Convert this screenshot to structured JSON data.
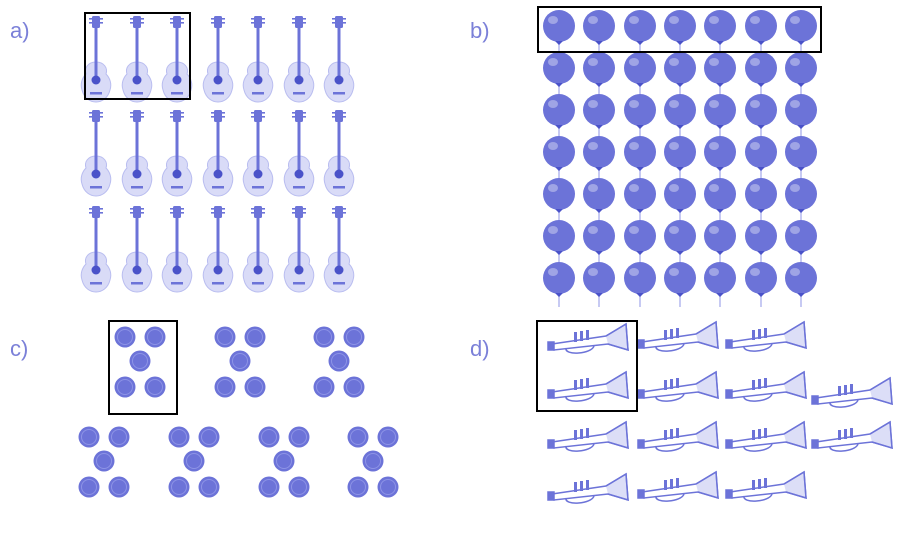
{
  "colors": {
    "icon_fill": "#6c73d8",
    "icon_dark": "#4a52c9",
    "icon_light": "#b9bdf0",
    "label": "#7b80d8",
    "box": "#000000"
  },
  "panels": {
    "a": {
      "label": "a)",
      "icon": "guitar-icon",
      "rows": 3,
      "cols": 7,
      "group_size": 3
    },
    "b": {
      "label": "b)",
      "icon": "balloon-icon",
      "rows": 7,
      "cols": 7,
      "group_size": 7
    },
    "c": {
      "label": "c)",
      "icon": "dot-icon",
      "groups": 7,
      "per_group": 5,
      "group_size": 5
    },
    "d": {
      "label": "d)",
      "icon": "trumpet-icon",
      "count": 14,
      "group_size": 2
    }
  }
}
